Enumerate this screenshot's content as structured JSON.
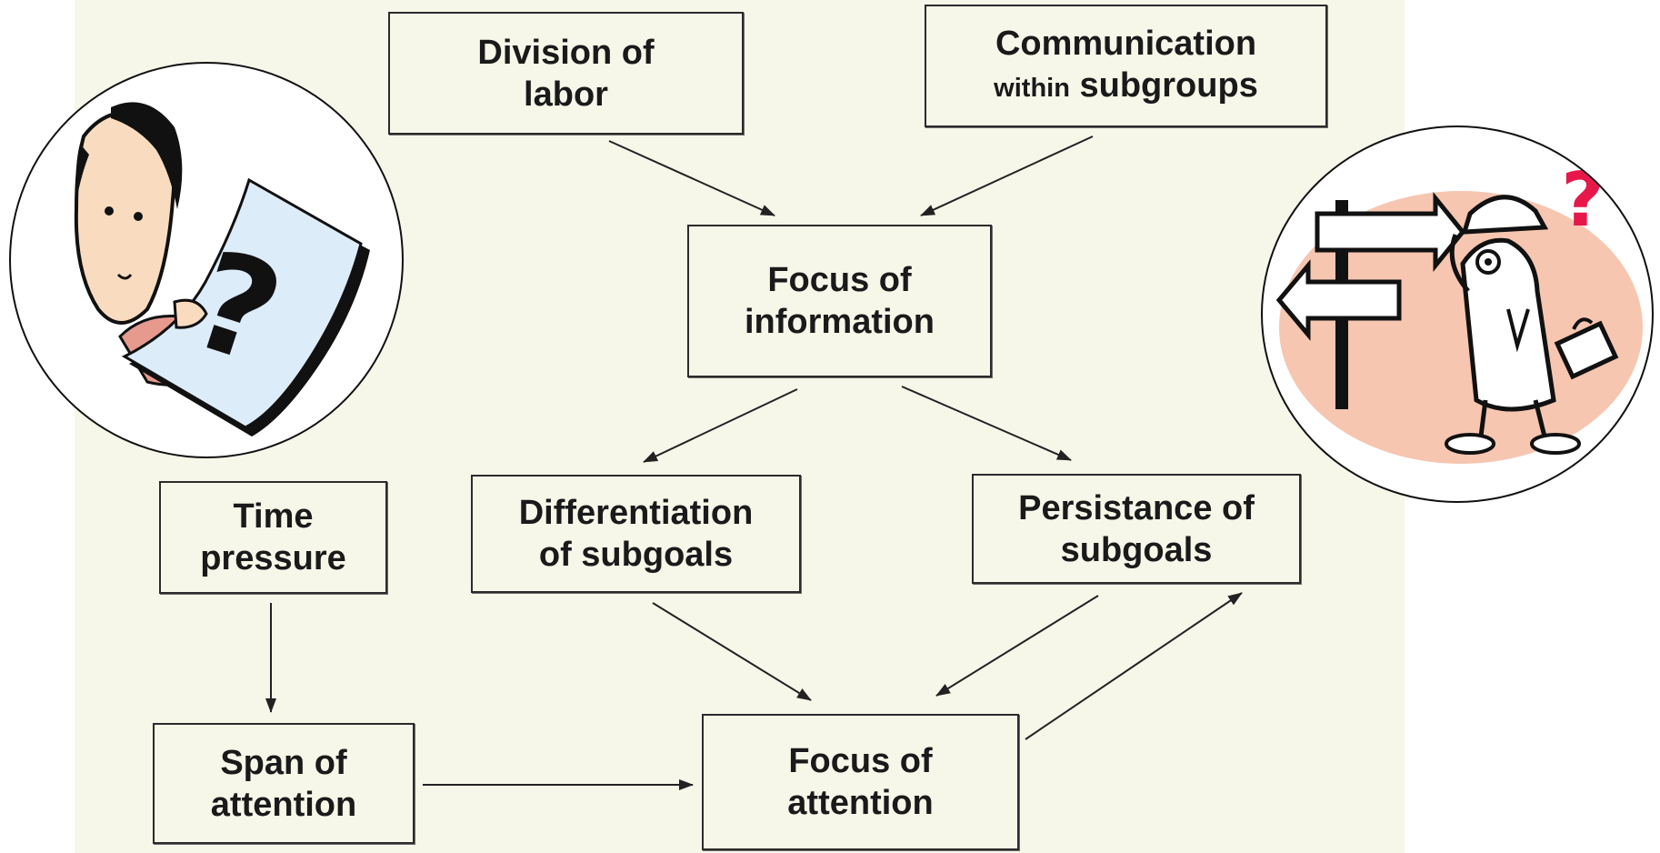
{
  "diagram": {
    "nodes": {
      "division": {
        "line1": "Division of",
        "line2": "labor"
      },
      "communication": {
        "line1": "Communication",
        "line2_small": "within",
        "line2_big": "subgroups"
      },
      "focus_info": {
        "line1": "Focus of",
        "line2": "information"
      },
      "differentiation": {
        "line1": "Differentiation",
        "line2": "of subgoals"
      },
      "persistance": {
        "line1": "Persistance of",
        "line2": "subgoals"
      },
      "time_pressure": {
        "line1": "Time",
        "line2": "pressure"
      },
      "span": {
        "line1": "Span of",
        "line2": "attention"
      },
      "focus_att": {
        "line1": "Focus of",
        "line2": "attention"
      }
    },
    "edges": [
      {
        "from": "division",
        "to": "focus_info"
      },
      {
        "from": "communication",
        "to": "focus_info"
      },
      {
        "from": "focus_info",
        "to": "differentiation"
      },
      {
        "from": "focus_info",
        "to": "persistance"
      },
      {
        "from": "time_pressure",
        "to": "span"
      },
      {
        "from": "differentiation",
        "to": "focus_att"
      },
      {
        "from": "persistance",
        "to": "focus_att"
      },
      {
        "from": "span",
        "to": "focus_att"
      },
      {
        "from": "focus_att",
        "to": "persistance"
      }
    ],
    "illustrations": {
      "left": {
        "symbol": "?"
      },
      "right": {
        "symbol": "?"
      }
    }
  },
  "colors": {
    "background": "#f6f6e9",
    "box_border": "#2b2b2b",
    "arrow": "#222222",
    "accent_question": "#e8174a",
    "right_blob": "#f6c6b0",
    "paper": "#dcecf8",
    "skin": "#f9dcc0"
  }
}
